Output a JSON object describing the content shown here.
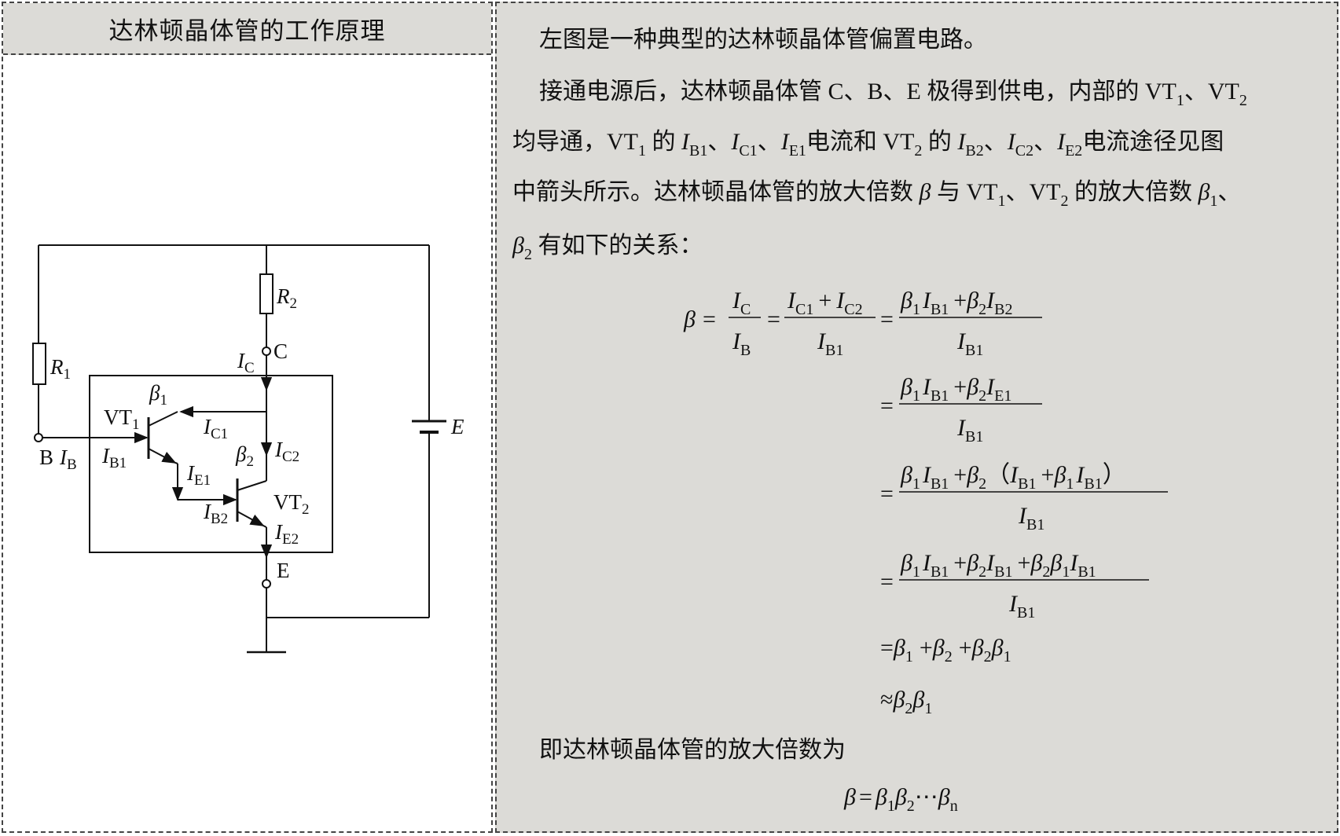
{
  "left_title": "达林顿晶体管的工作原理",
  "diagram": {
    "r1": "R",
    "r1_sub": "1",
    "r2": "R",
    "r2_sub": "2",
    "c": "C",
    "b": "B",
    "e": "E",
    "battery": "E",
    "ic": "I",
    "ic_sub": "C",
    "ib": "I",
    "ib_sub": "B",
    "ib1": "I",
    "ib1_sub": "B1",
    "ic1": "I",
    "ic1_sub": "C1",
    "ie1": "I",
    "ie1_sub": "E1",
    "ic2": "I",
    "ic2_sub": "C2",
    "ib2": "I",
    "ib2_sub": "B2",
    "ie2": "I",
    "ie2_sub": "E2",
    "beta1": "β",
    "beta1_sub": "1",
    "beta2": "β",
    "beta2_sub": "2",
    "vt1": "VT",
    "vt1_sub": "1",
    "vt2": "VT",
    "vt2_sub": "2"
  },
  "text": {
    "p1": "左图是一种典型的达林顿晶体管偏置电路。",
    "p2a": "接通电源后，达林顿晶体管 C、B、E 极得到供电，内部的 VT",
    "p2b": "、VT",
    "p3a": "均导通，VT",
    "p3b": " 的 ",
    "p3c": "、",
    "p3d": "、",
    "p3e": "电流和 VT",
    "p3f": " 的 ",
    "p3g": "、",
    "p3h": "、",
    "p3i": "电流途径见图",
    "p4a": "中箭头所示。达林顿晶体管的放大倍数 ",
    "p4b": " 与 VT",
    "p4c": "、VT",
    "p4d": " 的放大倍数 ",
    "p4e": "、",
    "p5": " 有如下的关系：",
    "p6": "即达林顿晶体管的放大倍数为",
    "sub1": "1",
    "sub2": "2",
    "I": "I",
    "B1": "B1",
    "C1": "C1",
    "E1": "E1",
    "B2": "B2",
    "C2": "C2",
    "E2": "E2",
    "beta": "β"
  },
  "equations": {
    "beta": "β",
    "I": "I",
    "eqsign": "=",
    "approx": "≈",
    "plus": "+",
    "C": "C",
    "B": "B",
    "C1": "C1",
    "C2": "C2",
    "B1": "B1",
    "B2": "B2",
    "E1": "E1",
    "one": "1",
    "two": "2",
    "n": "n",
    "dots": "⋯",
    "lparen": "（",
    "rparen": "）"
  }
}
